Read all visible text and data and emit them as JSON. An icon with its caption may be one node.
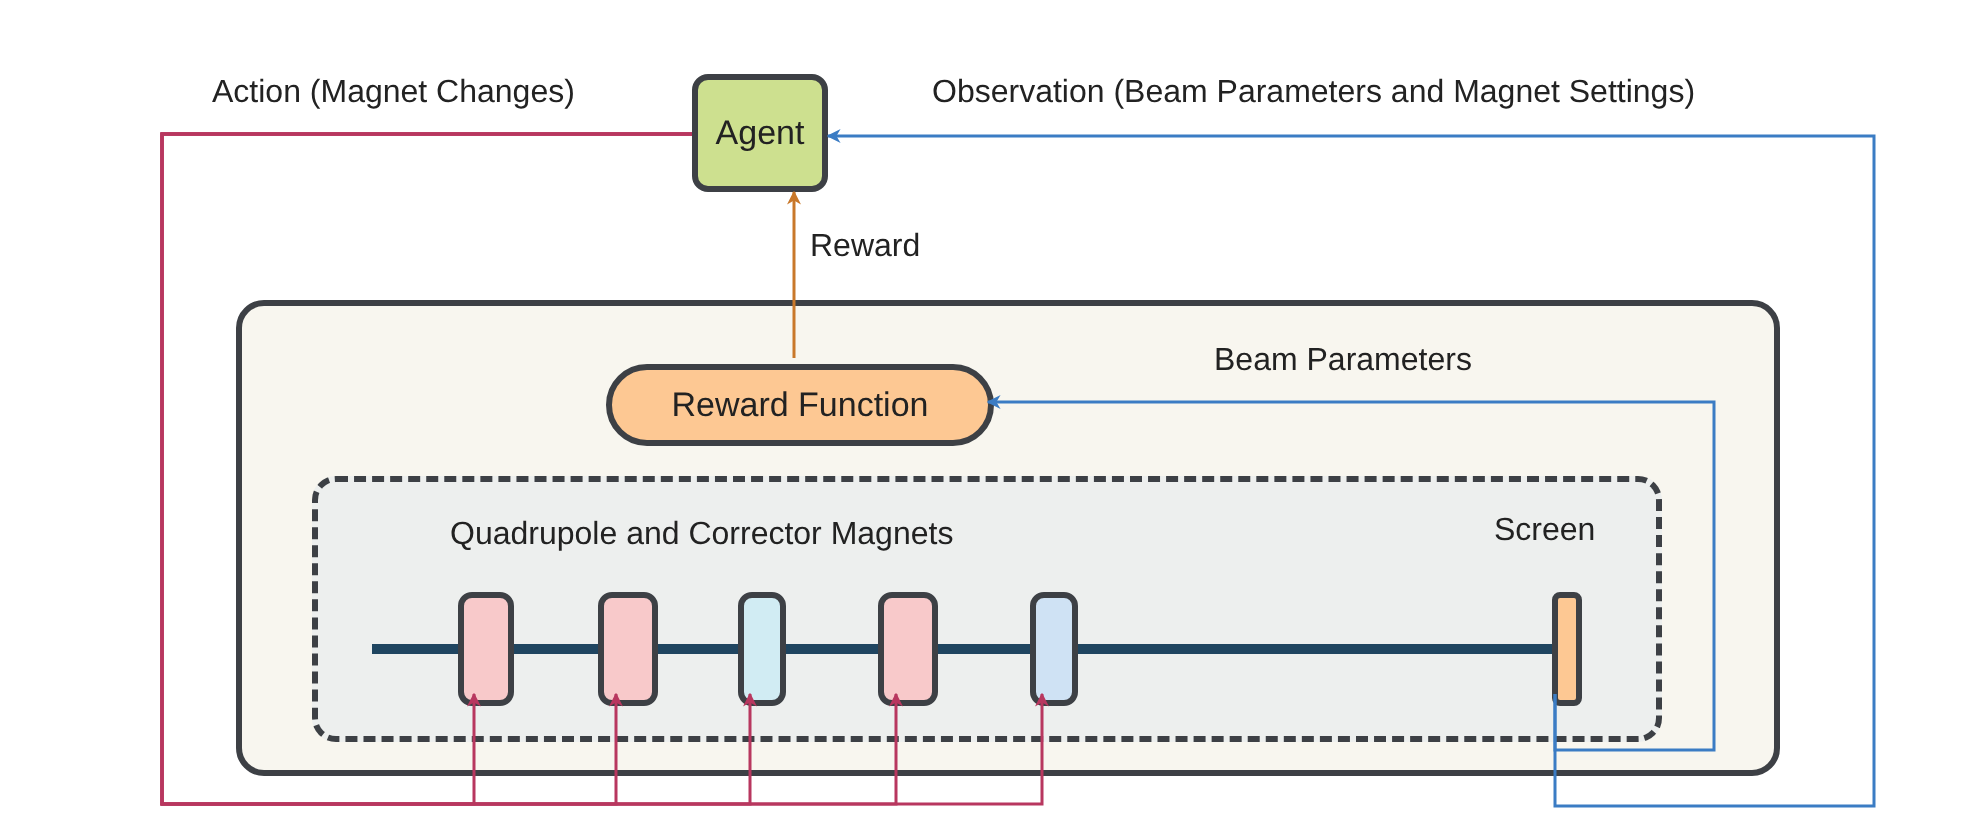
{
  "diagram": {
    "nodes": [
      {
        "text": [
          "Agent"
        ]
      },
      {
        "text": [],
        "shape": "box"
      },
      {
        "text": [
          "Reward Function"
        ],
        "in": 1
      },
      {
        "text": [
          "Quadrupole and Corrector Magnets"
        ],
        "in": 1
      },
      {
        "text": [],
        "shape": "box",
        "in": 3
      },
      {
        "text": [],
        "shape": "box",
        "in": 3
      },
      {
        "text": [],
        "shape": "box",
        "in": 3
      },
      {
        "text": [],
        "shape": "box",
        "in": 3
      },
      {
        "text": [],
        "shape": "box",
        "in": 3
      },
      {
        "text": [],
        "shape": "bar",
        "in": 3,
        "beside": [
          "Screen"
        ]
      }
    ],
    "edges": [
      {
        "from": 0,
        "to": 4,
        "arrow": "to",
        "label": "Action (Magnet Changes)"
      },
      {
        "from": 0,
        "to": 5,
        "arrow": "to"
      },
      {
        "from": 0,
        "to": 6,
        "arrow": "to"
      },
      {
        "from": 0,
        "to": 7,
        "arrow": "to"
      },
      {
        "from": 0,
        "to": 8,
        "arrow": "to"
      },
      {
        "from": 9,
        "to": 0,
        "arrow": "to",
        "label": "Observation (Beam Parameters and Magnet Settings)",
        "color": "#3b7cc4"
      },
      {
        "from": 9,
        "to": 2,
        "arrow": "to",
        "label": "Beam Parameters",
        "color": "#3b7cc4"
      },
      {
        "from": 2,
        "to": 0,
        "arrow": "to",
        "label": "Reward",
        "color": "#c9782a"
      }
    ]
  }
}
